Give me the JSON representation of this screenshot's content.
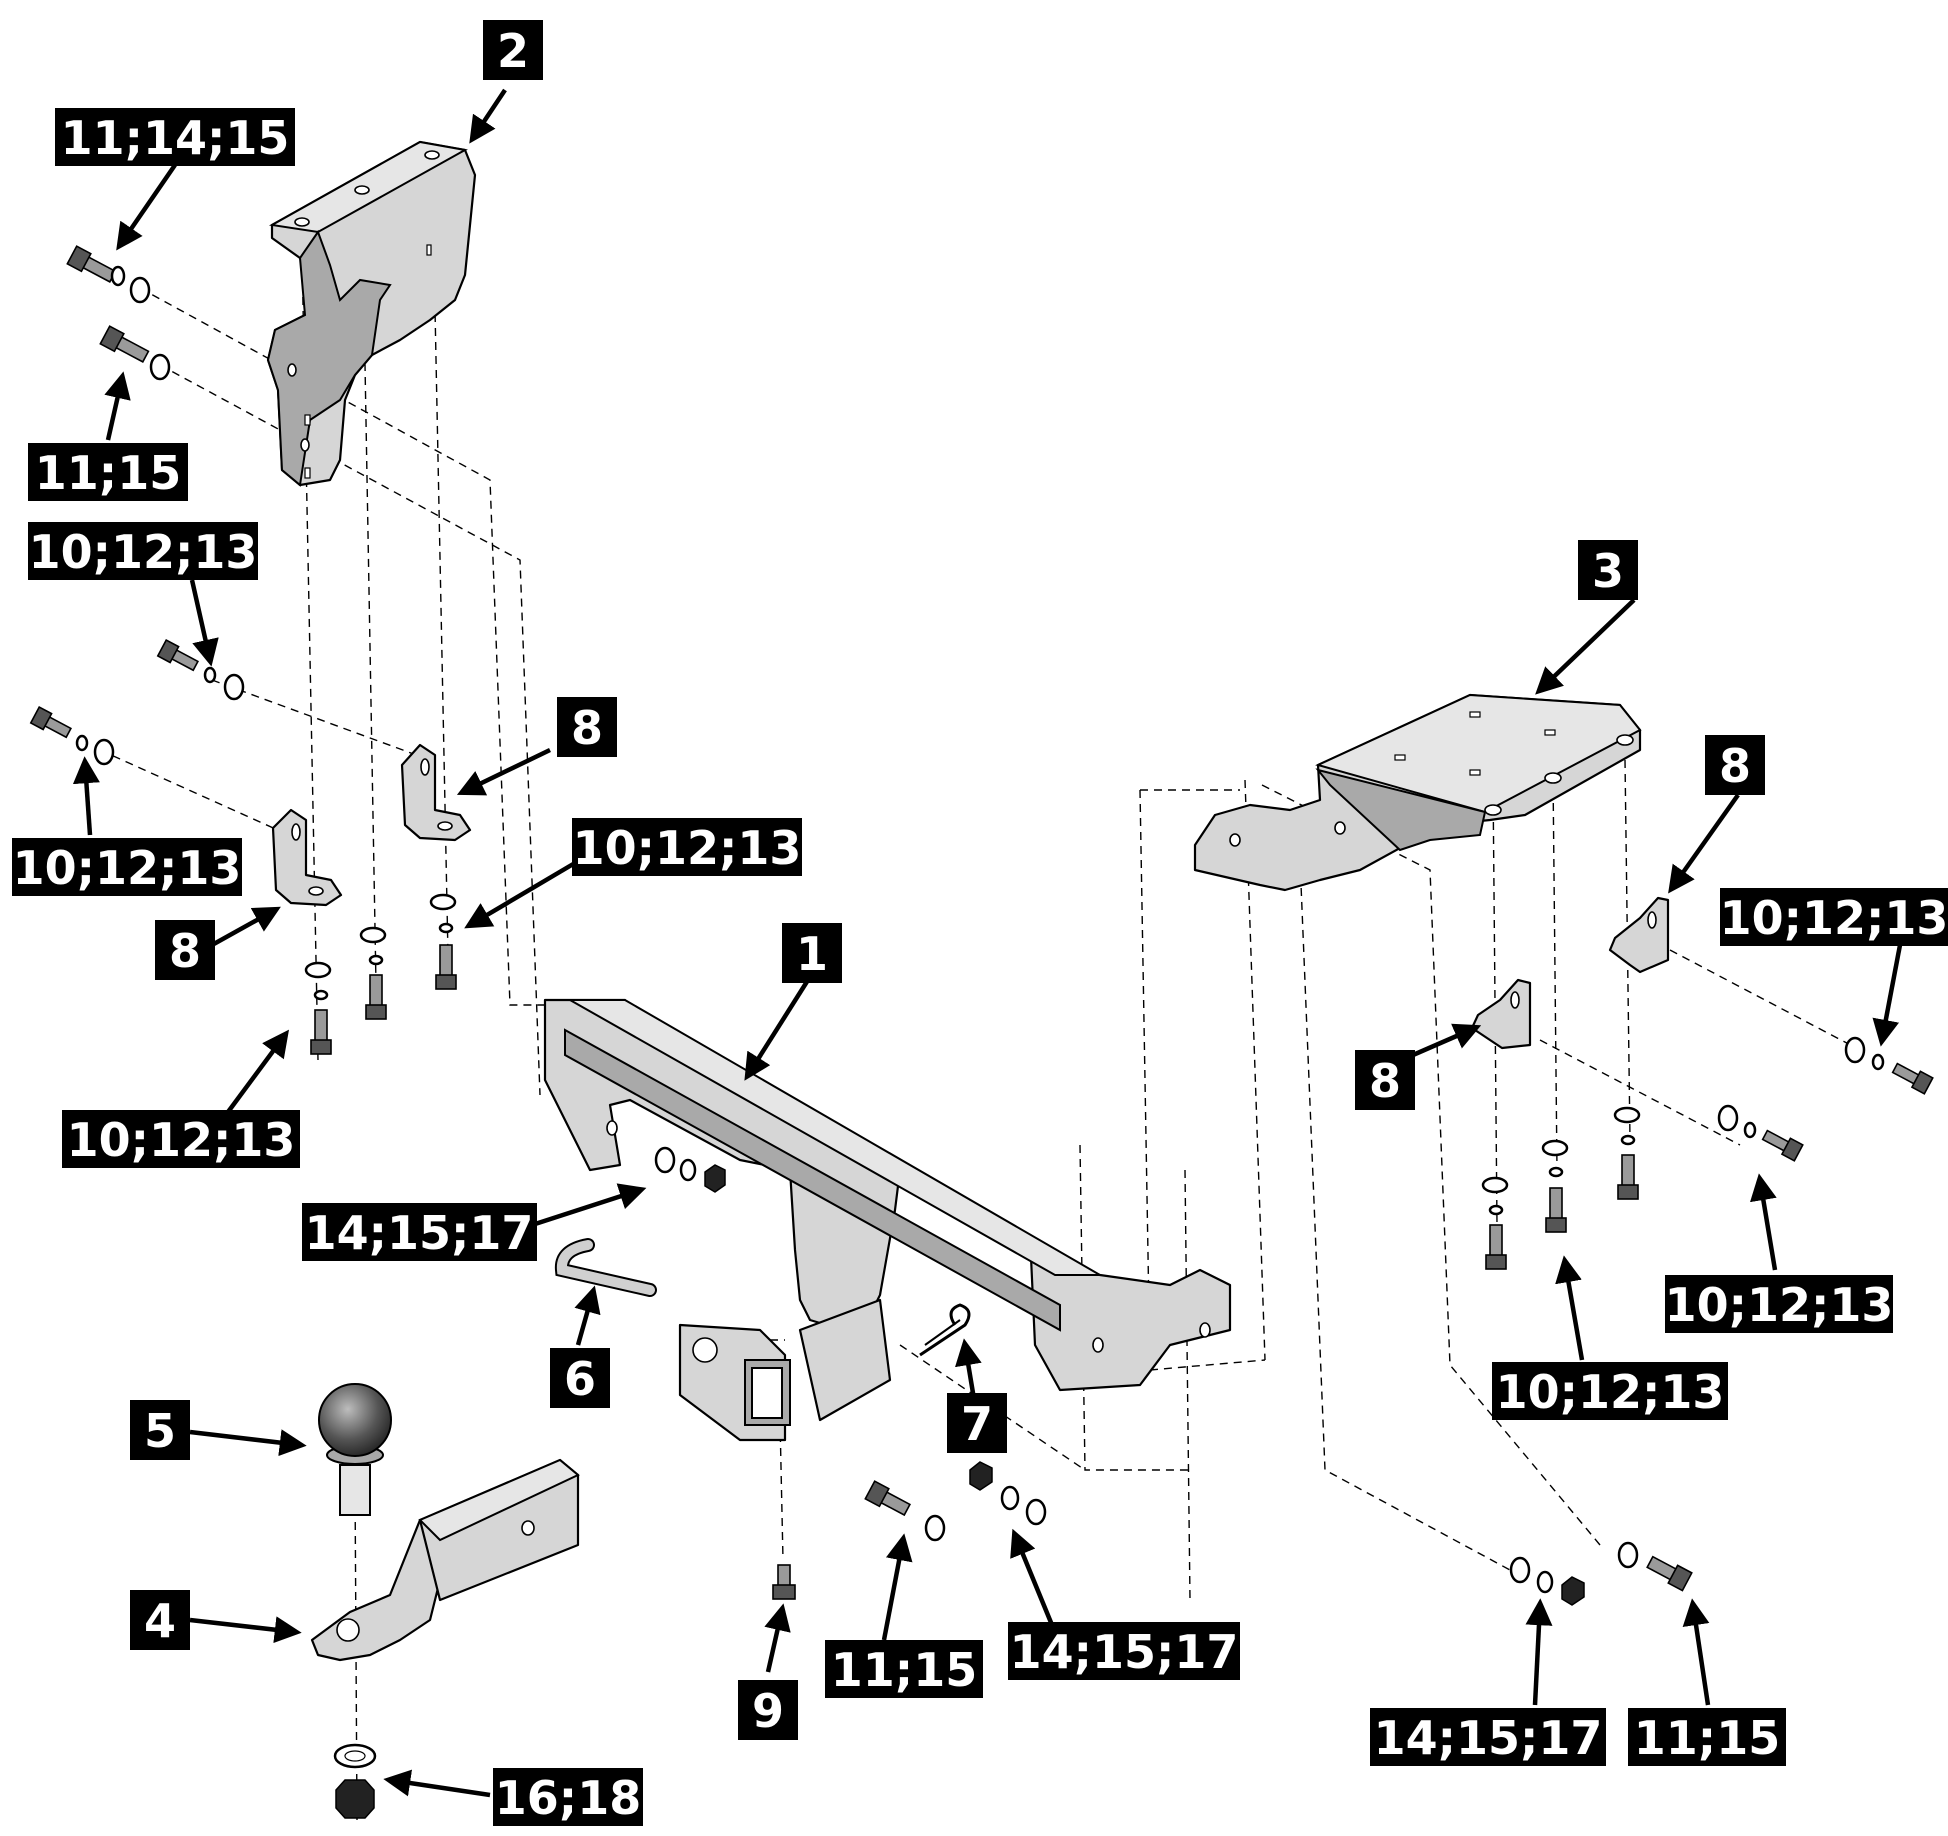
{
  "callouts": {
    "c1": "1",
    "c2": "2",
    "c3": "3",
    "c4": "4",
    "c5": "5",
    "c6": "6",
    "c7": "7",
    "c8a": "8",
    "c8b": "8",
    "c8c": "8",
    "c8d": "8",
    "c9": "9",
    "bracket2_upper_bolt": "11;14;15",
    "bracket2_lower_bolt": "11;15",
    "left_side_bolt_a": "10;12;13",
    "left_side_bolt_b": "10;12;13",
    "left_vertical_bolt_a": "10;12;13",
    "left_vertical_bolt_b": "10;12;13",
    "main_left_nut": "14;15;17",
    "main_right_bolt": "11;15",
    "main_right_nut": "14;15;17",
    "right_side_bolt_a": "10;12;13",
    "right_side_bolt_b": "10;12;13",
    "right_vertical_bolt": "10;12;13",
    "bracket3_nut": "14;15;17",
    "bracket3_bolt": "11;15",
    "ball_nut": "16;18"
  }
}
